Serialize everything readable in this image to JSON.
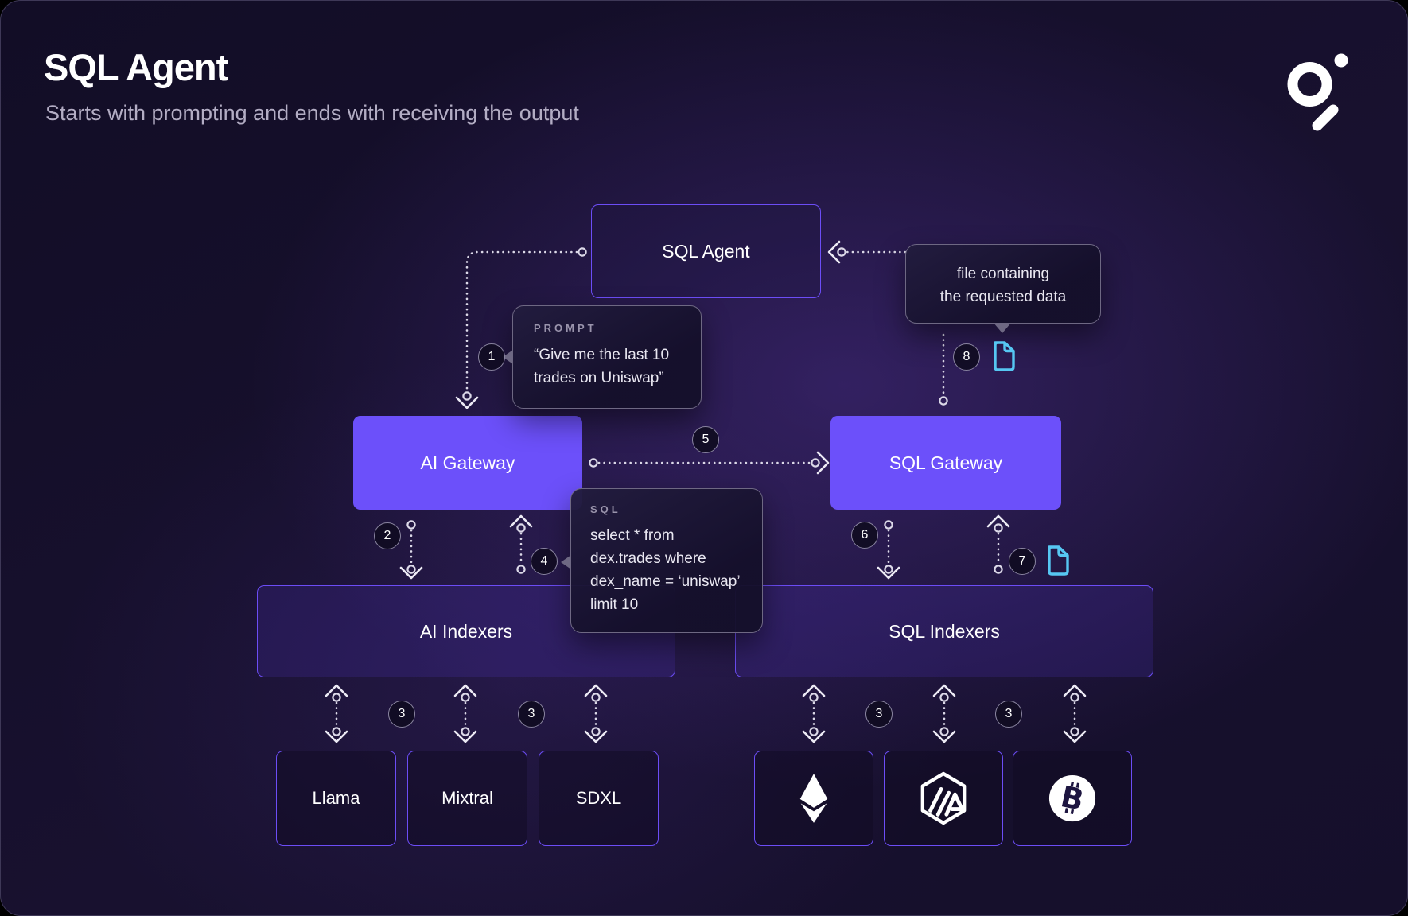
{
  "header": {
    "title": "SQL Agent",
    "subtitle": "Starts with prompting and ends with receiving the output"
  },
  "logo": {
    "name": "the-graph-logo"
  },
  "nodes": {
    "sql_agent": "SQL Agent",
    "ai_gateway": "AI Gateway",
    "sql_gateway": "SQL Gateway",
    "ai_indexers": "AI Indexers",
    "sql_indexers": "SQL Indexers",
    "llama": "Llama",
    "mixtral": "Mixtral",
    "sdxl": "SDXL"
  },
  "icons": {
    "ethereum": "ethereum-icon",
    "arbitrum": "arbitrum-icon",
    "bitcoin": "bitcoin-icon",
    "file": "file-icon",
    "logo": "the-graph-logo"
  },
  "tooltips": {
    "prompt": {
      "label": "PROMPT",
      "line1": "“Give me the last 10",
      "line2": "trades on Uniswap”"
    },
    "sql": {
      "label": "SQL",
      "line1": "select * from",
      "line2": "dex.trades where",
      "line3": "dex_name = ‘uniswap’",
      "line4": "limit 10"
    },
    "file": {
      "line1": "file containing",
      "line2": "the requested data"
    }
  },
  "badges": {
    "b1": "1",
    "b2": "2",
    "b3": "3",
    "b4": "4",
    "b5": "5",
    "b6": "6",
    "b7": "7",
    "b8": "8"
  },
  "colors": {
    "accent_purple": "#6C50FA",
    "node_border": "#6C4DF6",
    "file_icon_cyan": "#56C7F2",
    "background": "#15102B",
    "tooltip_border": "#6E6883"
  }
}
